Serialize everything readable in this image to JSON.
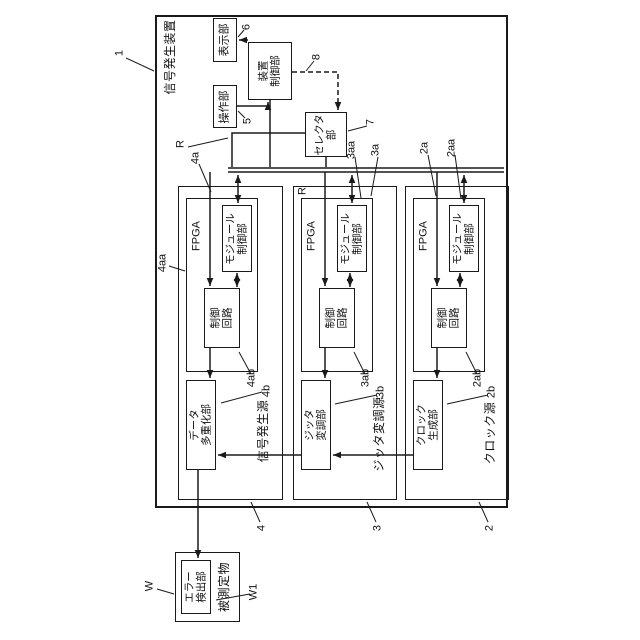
{
  "diagram": {
    "device_label": "信号発生装置",
    "blocks": {
      "display": "表示部",
      "operation": "操作部",
      "device_control": "装置\n制御部",
      "selector": "セレクタ\n部",
      "fpga": "FPGA",
      "module_control": "モジュール\n制御部",
      "control_circuit": "制御\n回路",
      "data_mux": "データ\n多重化部",
      "jitter_mod": "ジッタ\n変調部",
      "clock_gen": "クロック\n生成部",
      "error_detect": "エラー\n検出部",
      "dut": "被測定物"
    },
    "module_names": {
      "signal_source": "信号発生源",
      "jitter_source": "ジッタ変調源",
      "clock_source": "クロック源"
    },
    "refs": {
      "n1": "1",
      "n2": "2",
      "n3": "3",
      "n4": "4",
      "n5": "5",
      "n6": "6",
      "n7": "7",
      "n8": "8",
      "n2a": "2a",
      "n2aa": "2aa",
      "n2ab": "2ab",
      "n2b": "2b",
      "n3a": "3a",
      "n3aa": "3aa",
      "n3ab": "3ab",
      "n3b": "3b",
      "n4a": "4a",
      "n4aa": "4aa",
      "n4ab": "4ab",
      "n4b": "4b",
      "r_top": "R",
      "r_mid": "R",
      "w": "W",
      "w1": "W1"
    }
  },
  "colors": {
    "line": "#1a1a1a",
    "background": "#ffffff"
  }
}
